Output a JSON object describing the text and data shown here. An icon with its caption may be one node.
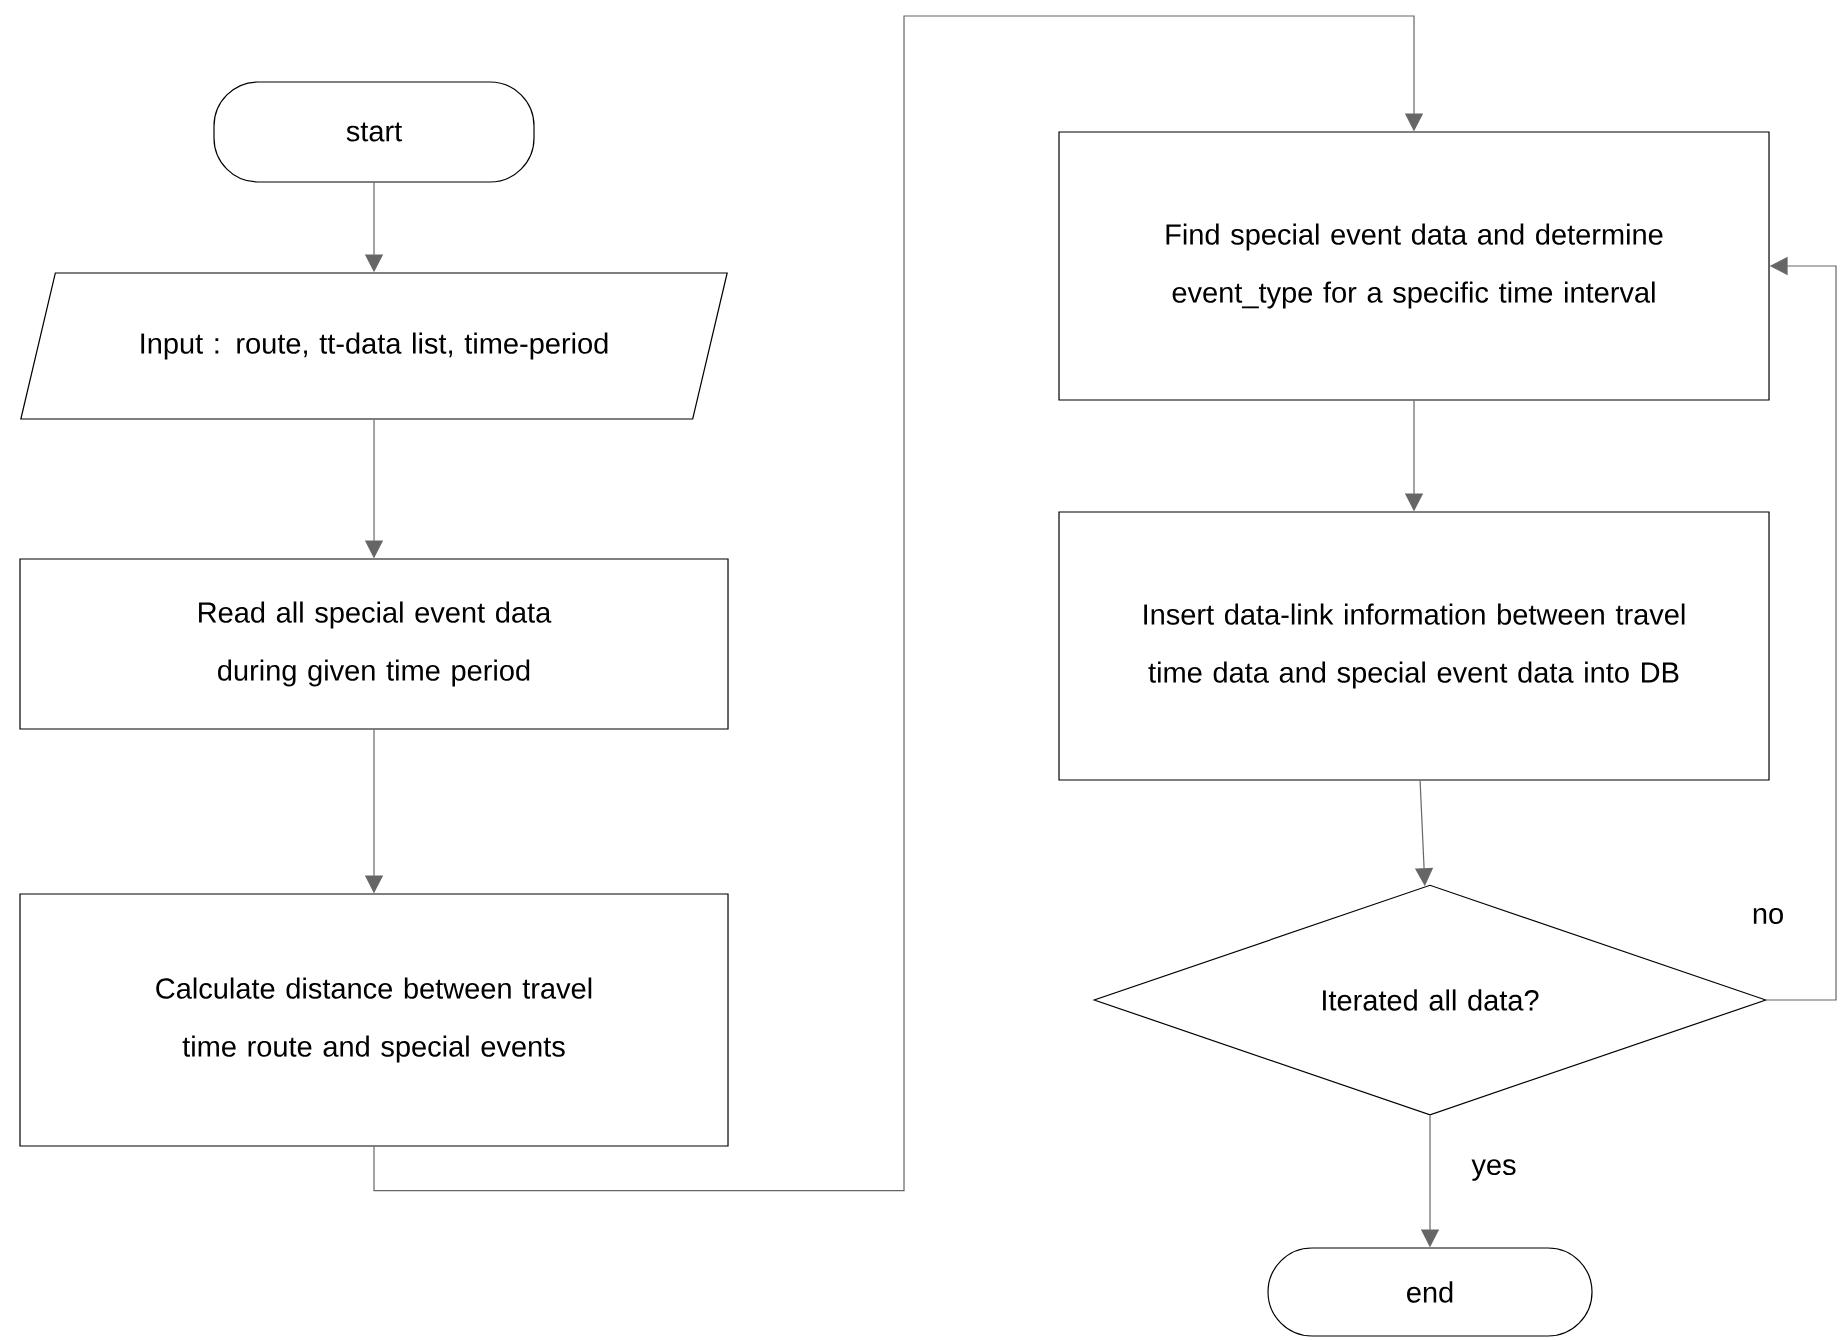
{
  "diagram": {
    "nodes": [
      {
        "text": [
          "start"
        ]
      },
      {
        "text": [
          "Input : route, tt-data list, time-period"
        ]
      },
      {
        "text": [
          "Read all special event data during given time period"
        ]
      },
      {
        "text": [
          "Calculate distance between travel time route and special events"
        ]
      },
      {
        "text": [
          "Find special event data and determine event_type for a specific time interval"
        ]
      },
      {
        "text": [
          "Insert data-link information between travel time data and special event data into DB"
        ]
      },
      {
        "text": [
          "Iterated all data?"
        ]
      },
      {
        "text": [
          "end"
        ]
      }
    ],
    "edges": [
      {
        "from": 0,
        "to": 1,
        "arrow": "to"
      },
      {
        "from": 1,
        "to": 2,
        "arrow": "to"
      },
      {
        "from": 2,
        "to": 3,
        "arrow": "to"
      },
      {
        "from": 3,
        "to": 4,
        "arrow": "to"
      },
      {
        "from": 4,
        "to": 5,
        "arrow": "to"
      },
      {
        "from": 5,
        "to": 6,
        "arrow": "to"
      },
      {
        "from": 6,
        "to": 7,
        "arrow": "to",
        "label": "yes"
      },
      {
        "from": 6,
        "to": 4,
        "arrow": "to",
        "label": "no"
      }
    ]
  }
}
